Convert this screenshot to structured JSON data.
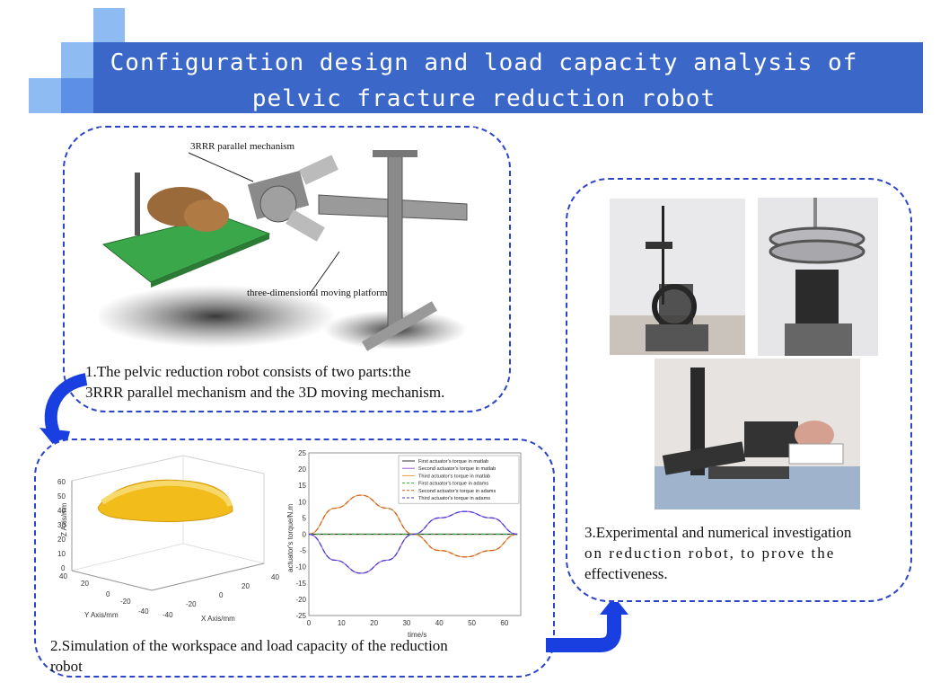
{
  "header": {
    "title_line1": "Configuration design and load capacity analysis of",
    "title_line2": "pelvic fracture reduction robot",
    "banner_color": "#3b67c9"
  },
  "panel1": {
    "label_3rrr": "3RRR parallel mechanism",
    "label_platform": "three-dimensional moving platform",
    "caption_line1": "1.The pelvic reduction robot consists of two parts:the",
    "caption_line2": "3RRR parallel mechanism and the 3D moving mechanism."
  },
  "panel2": {
    "caption_line1": "2.Simulation of the workspace and load capacity of the reduction",
    "caption_line2": "robot"
  },
  "panel3": {
    "caption_line1": "3.Experimental and numerical investigation",
    "caption_line2": "on reduction robot, to prove the",
    "caption_line3": "effectiveness."
  },
  "workspace_plot": {
    "zlabel": "Z Axis/mm",
    "ylabel": "Y Axis/mm",
    "xlabel": "X Axis/mm",
    "z_ticks": [
      "60",
      "50",
      "40",
      "30",
      "20",
      "10",
      "0"
    ],
    "y_ticks": [
      "40",
      "20",
      "0",
      "-20",
      "-40"
    ],
    "x_ticks": [
      "-40",
      "-20",
      "0",
      "20",
      "40"
    ]
  },
  "chart_data": {
    "type": "line",
    "xlabel": "time/s",
    "ylabel": "actuator's torque/N.m",
    "xlim": [
      0,
      65
    ],
    "ylim": [
      -25,
      25
    ],
    "x_ticks": [
      "0",
      "10",
      "20",
      "30",
      "40",
      "50",
      "60"
    ],
    "y_ticks": [
      "25",
      "20",
      "15",
      "10",
      "5",
      "0",
      "-5",
      "-10",
      "-15",
      "-20",
      "-25"
    ],
    "legend_position": "top-right",
    "x": [
      0,
      8,
      16,
      24,
      32,
      40,
      48,
      56,
      64
    ],
    "series": [
      {
        "name": "First actuator's torque in matlab",
        "color": "#333333",
        "dash": "solid",
        "values": [
          0,
          0,
          0,
          0,
          0,
          0,
          0,
          0,
          0
        ]
      },
      {
        "name": "Second actuator's torque in matlab",
        "color": "#a25cd6",
        "dash": "solid",
        "values": [
          0,
          -8,
          -12,
          -8,
          0,
          5,
          7,
          5,
          0
        ]
      },
      {
        "name": "Third actuator's torque in matlab",
        "color": "#e2a23a",
        "dash": "solid",
        "values": [
          0,
          8,
          12,
          8,
          0,
          -5,
          -7,
          -5,
          0
        ]
      },
      {
        "name": "First actuator's torque in adams",
        "color": "#3aa43a",
        "dash": "dashed",
        "values": [
          0,
          0,
          0,
          0,
          0,
          0,
          0,
          0,
          0
        ]
      },
      {
        "name": "Second actuator's torque in adams",
        "color": "#d35a2a",
        "dash": "dashed",
        "values": [
          0,
          8,
          12,
          8,
          0,
          -5,
          -7,
          -5,
          0
        ]
      },
      {
        "name": "Third actuator's torque in adams",
        "color": "#3a3adb",
        "dash": "dashed",
        "values": [
          0,
          -8,
          -12,
          -8,
          0,
          5,
          7,
          5,
          0
        ]
      }
    ]
  }
}
